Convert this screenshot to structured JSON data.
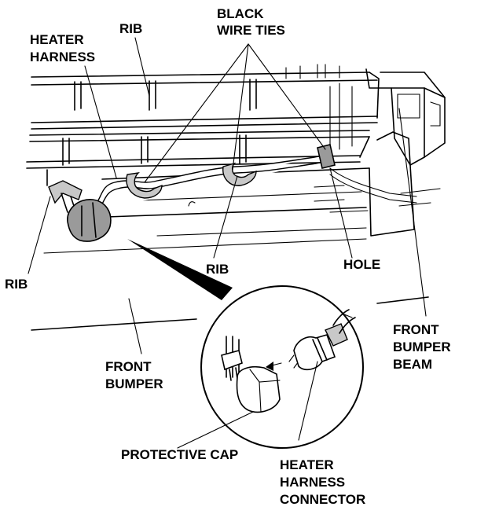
{
  "labels": {
    "black_wire_ties_1": "BLACK",
    "black_wire_ties_2": "WIRE TIES",
    "heater_harness_1": "HEATER",
    "heater_harness_2": "HARNESS",
    "rib_top": "RIB",
    "rib_left": "RIB",
    "rib_center": "RIB",
    "hole": "HOLE",
    "front_bumper_beam_1": "FRONT",
    "front_bumper_beam_2": "BUMPER",
    "front_bumper_beam_3": "BEAM",
    "front_bumper_1": "FRONT",
    "front_bumper_2": "BUMPER",
    "protective_cap": "PROTECTIVE CAP",
    "heater_harness_connector_1": "HEATER",
    "heater_harness_connector_2": "HARNESS",
    "heater_harness_connector_3": "CONNECTOR"
  }
}
